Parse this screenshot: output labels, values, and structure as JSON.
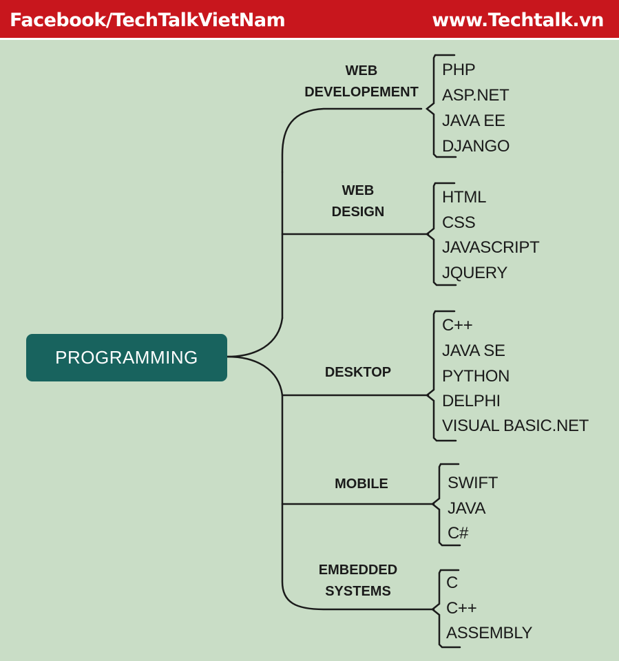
{
  "header": {
    "left_text": "Facebook/TechTalkVietNam",
    "right_text": "www.Techtalk.vn",
    "color": "#c8161d"
  },
  "diagram": {
    "root": "PROGRAMMING",
    "root_color": "#18635e",
    "background": "#c9ddc6",
    "categories": [
      {
        "line1": "WEB",
        "line2": "DEVELOPEMENT",
        "items": [
          "PHP",
          "ASP.NET",
          "JAVA EE",
          "DJANGO"
        ]
      },
      {
        "line1": "WEB",
        "line2": "DESIGN",
        "items": [
          "HTML",
          "CSS",
          "JAVASCRIPT",
          "JQUERY"
        ]
      },
      {
        "line1": "DESKTOP",
        "line2": "",
        "items": [
          "C++",
          "JAVA SE",
          "PYTHON",
          "DELPHI",
          "VISUAL BASIC.NET"
        ]
      },
      {
        "line1": "MOBILE",
        "line2": "",
        "items": [
          "SWIFT",
          "JAVA",
          "C#"
        ]
      },
      {
        "line1": "EMBEDDED",
        "line2": "SYSTEMS",
        "items": [
          "C",
          "C++",
          "ASSEMBLY"
        ]
      }
    ]
  }
}
